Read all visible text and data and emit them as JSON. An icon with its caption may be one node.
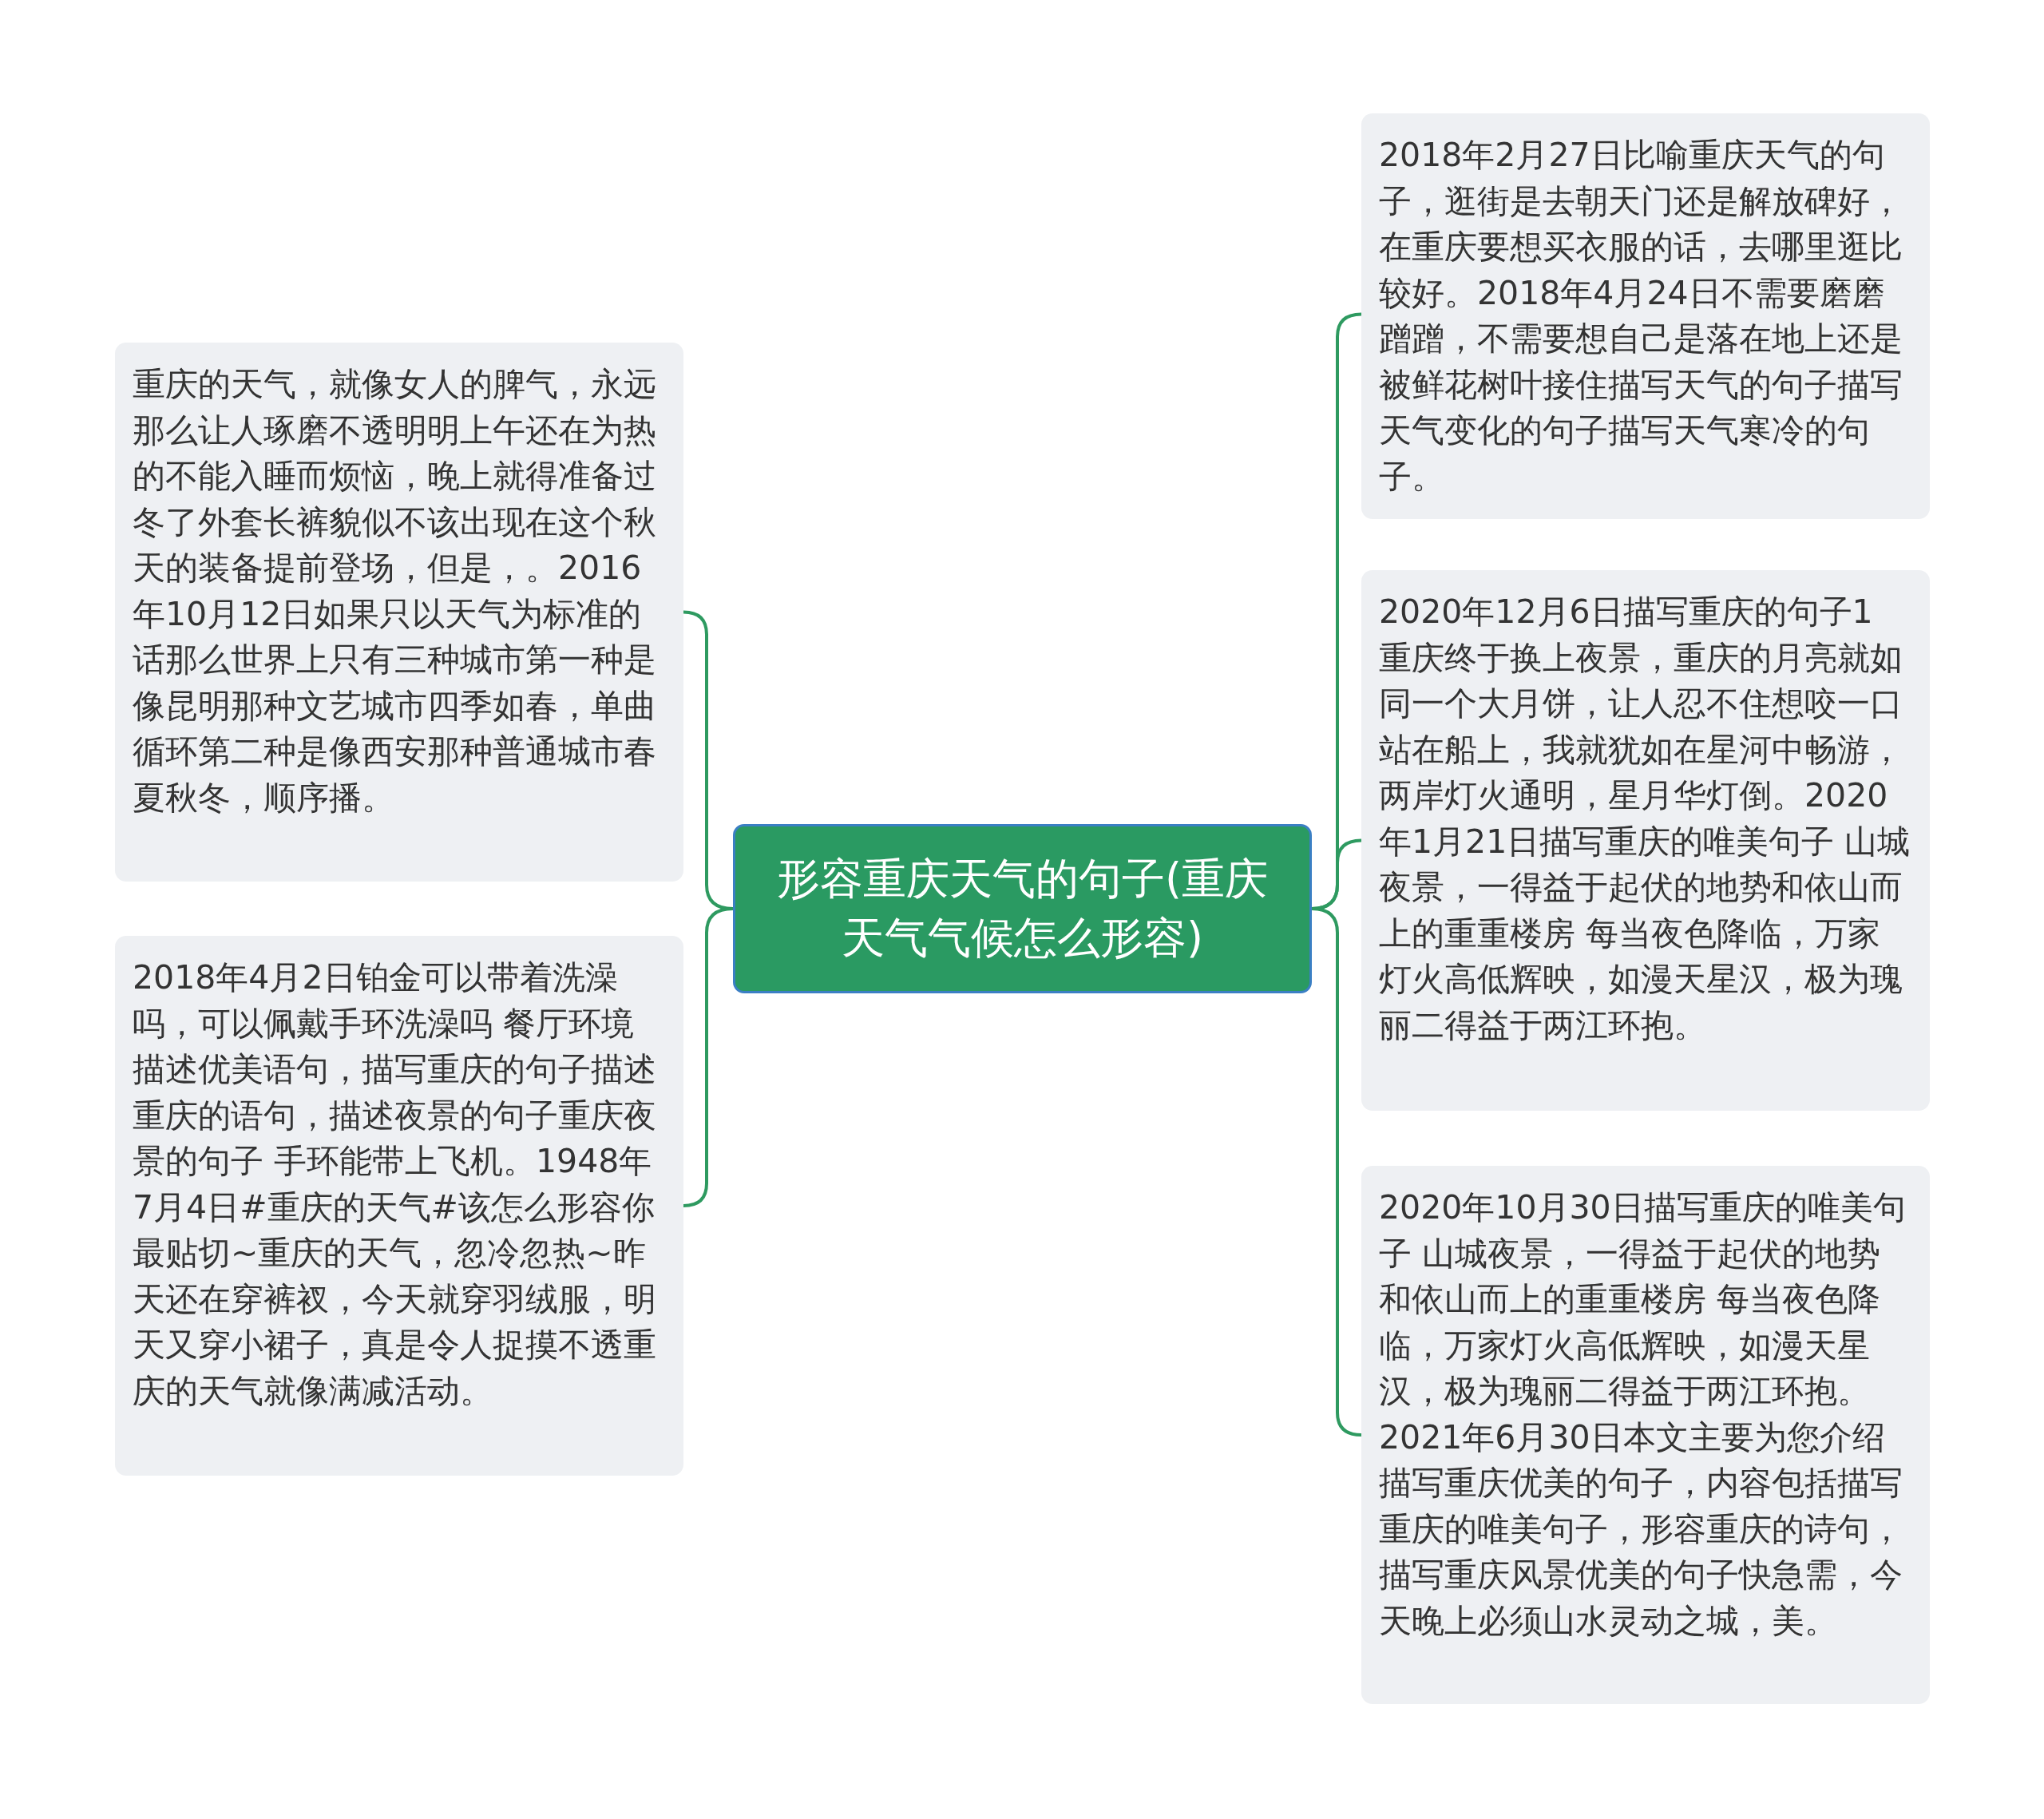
{
  "diagram": {
    "nodes": [
      {
        "text": [
          "形容重庆天气的句子(重庆天气气候怎么形容)"
        ]
      },
      {
        "text": [
          "重庆的天气，就像女人的脾气，永远那么让人琢磨不透明明上午还在为热的不能入睡而烦恼，晚上就得准备过冬了外套长裤貌似不该出现在这个秋天的装备提前登场，但是，。2016年10月12日如果只以天气为标准的话那么世界上只有三种城市第一种是像昆明那种文艺城市四季如春，单曲循环第二种是像西安那种普通城市春夏秋冬，顺序播。"
        ]
      },
      {
        "text": [
          "2018年4月2日铂金可以带着洗澡吗，可以佩戴手环洗澡吗 餐厅环境描述优美语句，描写重庆的句子描述重庆的语句，描述夜景的句子重庆夜景的句子 手环能带上飞机。1948年7月4日#重庆的天气#该怎么形容你最贴切~重庆的天气，忽冷忽热~昨天还在穿裤衩，今天就穿羽绒服，明天又穿小裙子，真是令人捉摸不透重庆的天气就像满减活动。"
        ]
      },
      {
        "text": [
          "2018年2月27日比喻重庆天气的句子，逛街是去朝天门还是解放碑好，在重庆要想买衣服的话，去哪里逛比较好。2018年4月24日不需要磨磨蹭蹭，不需要想自己是落在地上还是被鲜花树叶接住描写天气的句子描写天气变化的句子描写天气寒冷的句子。"
        ]
      },
      {
        "text": [
          "2020年12月6日描写重庆的句子1 重庆终于换上夜景，重庆的月亮就如同一个大月饼，让人忍不住想咬一口站在船上，我就犹如在星河中畅游，两岸灯火通明，星月华灯倒。2020年1月21日描写重庆的唯美句子 山城夜景，一得益于起伏的地势和依山而上的重重楼房 每当夜色降临，万家灯火高低辉映，如漫天星汉，极为瑰丽二得益于两江环抱。"
        ]
      },
      {
        "text": [
          "2020年10月30日描写重庆的唯美句子 山城夜景，一得益于起伏的地势和依山而上的重重楼房 每当夜色降临，万家灯火高低辉映，如漫天星汉，极为瑰丽二得益于两江环抱。2021年6月30日本文主要为您介绍描写重庆优美的句子，内容包括描写重庆的唯美句子，形容重庆的诗句，描写重庆风景优美的句子快急需，今天晚上必须山水灵动之城，美。"
        ]
      }
    ],
    "edges": [
      {
        "from": 0,
        "to": 1,
        "arrow": "none"
      },
      {
        "from": 0,
        "to": 2,
        "arrow": "none"
      },
      {
        "from": 0,
        "to": 3,
        "arrow": "none"
      },
      {
        "from": 0,
        "to": 4,
        "arrow": "none"
      },
      {
        "from": 0,
        "to": 5,
        "arrow": "none"
      }
    ]
  }
}
